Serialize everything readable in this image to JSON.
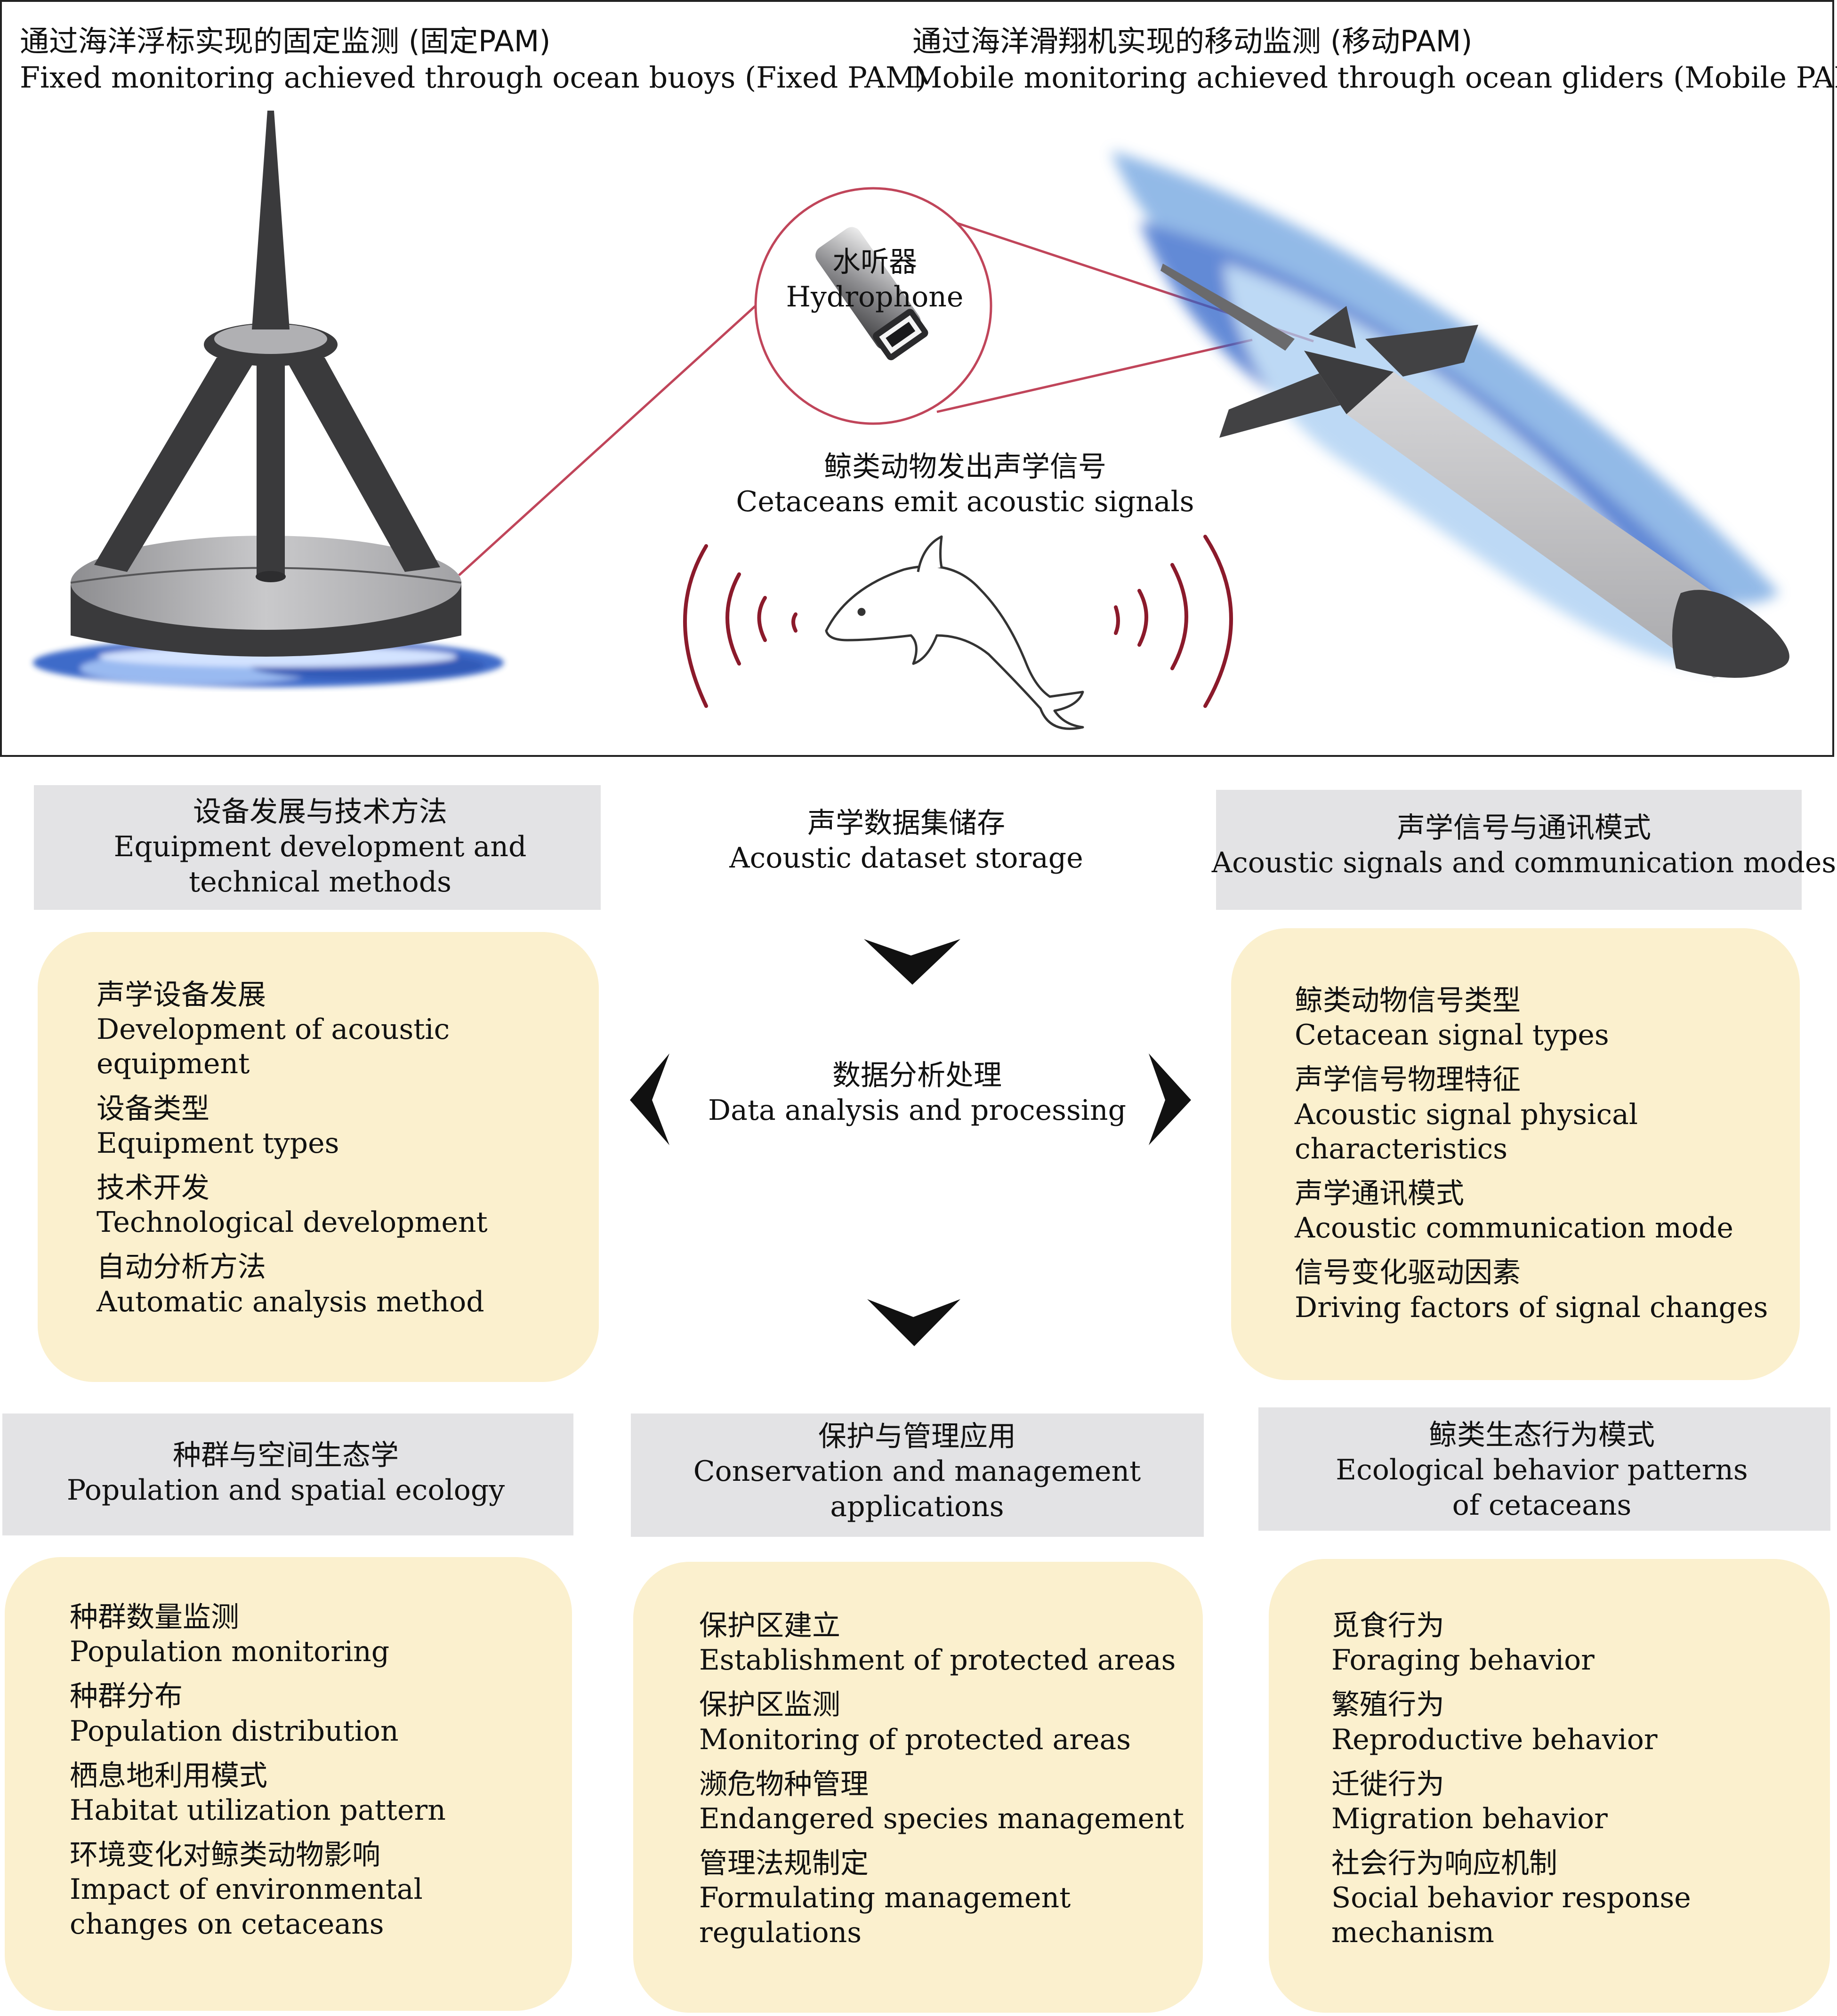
{
  "colors": {
    "frame_border": "#222222",
    "header_bg": "#e3e3e5",
    "panel_bg": "#fbf0ce",
    "connector_line": "#c0455a",
    "sound_wave": "#8b1a2b",
    "arrow": "#111111",
    "buoy_body": "#3c3c3e",
    "buoy_top": "#b6b6b8",
    "glider_body": "#c8c8ca",
    "water": "#2f62c7"
  },
  "icons": [
    "buoy-icon",
    "hydrophone-icon",
    "dolphin-icon",
    "glider-icon",
    "sound-wave-icon",
    "chevron-arrow-icon"
  ],
  "top": {
    "fixed": {
      "zh": "通过海洋浮标实现的固定监测 (固定PAM)",
      "en": "Fixed monitoring achieved through ocean buoys (Fixed PAM)"
    },
    "mobile": {
      "zh": "通过海洋滑翔机实现的移动监测 (移动PAM)",
      "en": "Mobile monitoring achieved through ocean gliders (Mobile PAM)"
    },
    "hydrophone": {
      "zh": "水听器",
      "en": "Hydrophone"
    },
    "cetaceans": {
      "zh": "鲸类动物发出声学信号",
      "en": "Cetaceans emit acoustic signals"
    }
  },
  "center": {
    "storage": {
      "zh": "声学数据集储存",
      "en": "Acoustic dataset storage"
    },
    "analysis": {
      "zh": "数据分析处理",
      "en": "Data analysis and processing"
    }
  },
  "equipment": {
    "title_zh": "设备发展与技术方法",
    "title_en": [
      "Equipment development and",
      "technical methods"
    ],
    "items": [
      {
        "zh": "声学设备发展",
        "en": [
          "Development of acoustic",
          "equipment"
        ]
      },
      {
        "zh": "设备类型",
        "en": [
          "Equipment types"
        ]
      },
      {
        "zh": "技术开发",
        "en": [
          "Technological development"
        ]
      },
      {
        "zh": "自动分析方法",
        "en": [
          "Automatic analysis method"
        ]
      }
    ]
  },
  "signals": {
    "title_zh": "声学信号与通讯模式",
    "title_en": [
      "Acoustic signals and communication modes"
    ],
    "items": [
      {
        "zh": "鲸类动物信号类型",
        "en": [
          "Cetacean signal types"
        ]
      },
      {
        "zh": "声学信号物理特征",
        "en": [
          "Acoustic signal physical",
          "characteristics"
        ]
      },
      {
        "zh": "声学通讯模式",
        "en": [
          "Acoustic communication mode"
        ]
      },
      {
        "zh": "信号变化驱动因素",
        "en": [
          "Driving factors of signal changes"
        ]
      }
    ]
  },
  "population": {
    "title_zh": "种群与空间生态学",
    "title_en": [
      "Population and spatial ecology"
    ],
    "items": [
      {
        "zh": "种群数量监测",
        "en": [
          "Population monitoring"
        ]
      },
      {
        "zh": "种群分布",
        "en": [
          "Population distribution"
        ]
      },
      {
        "zh": "栖息地利用模式",
        "en": [
          "Habitat utilization pattern"
        ]
      },
      {
        "zh": "环境变化对鲸类动物影响",
        "en": [
          "Impact of environmental",
          "changes on cetaceans"
        ]
      }
    ]
  },
  "conservation": {
    "title_zh": "保护与管理应用",
    "title_en": [
      "Conservation and management",
      "applications"
    ],
    "items": [
      {
        "zh": "保护区建立",
        "en": [
          "Establishment of protected areas"
        ]
      },
      {
        "zh": "保护区监测",
        "en": [
          "Monitoring of protected areas"
        ]
      },
      {
        "zh": "濒危物种管理",
        "en": [
          "Endangered species management"
        ]
      },
      {
        "zh": "管理法规制定",
        "en": [
          "Formulating management",
          "regulations"
        ]
      }
    ]
  },
  "behavior": {
    "title_zh": "鲸类生态行为模式",
    "title_en": [
      "Ecological behavior patterns",
      "of cetaceans"
    ],
    "items": [
      {
        "zh": "觅食行为",
        "en": [
          "Foraging behavior"
        ]
      },
      {
        "zh": "繁殖行为",
        "en": [
          "Reproductive behavior"
        ]
      },
      {
        "zh": "迁徙行为",
        "en": [
          "Migration behavior"
        ]
      },
      {
        "zh": "社会行为响应机制",
        "en": [
          "Social behavior response",
          "mechanism"
        ]
      }
    ]
  }
}
